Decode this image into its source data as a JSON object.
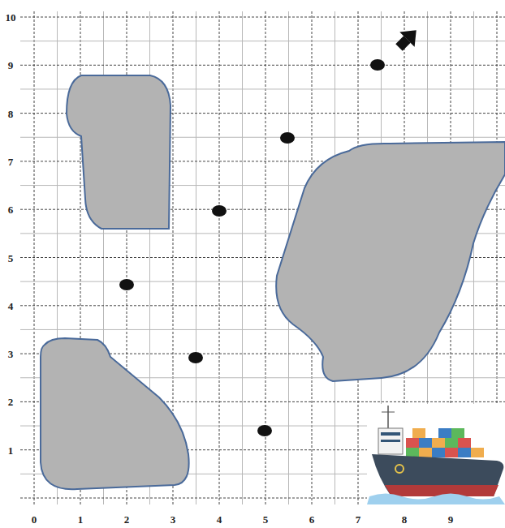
{
  "diagram": {
    "labels": [
      "10",
      "9",
      "8",
      "7",
      "6",
      "5",
      "4",
      "3",
      "2",
      "1",
      "0",
      "1",
      "2",
      "3",
      "4",
      "5",
      "6",
      "7",
      "8",
      "9"
    ]
  }
}
